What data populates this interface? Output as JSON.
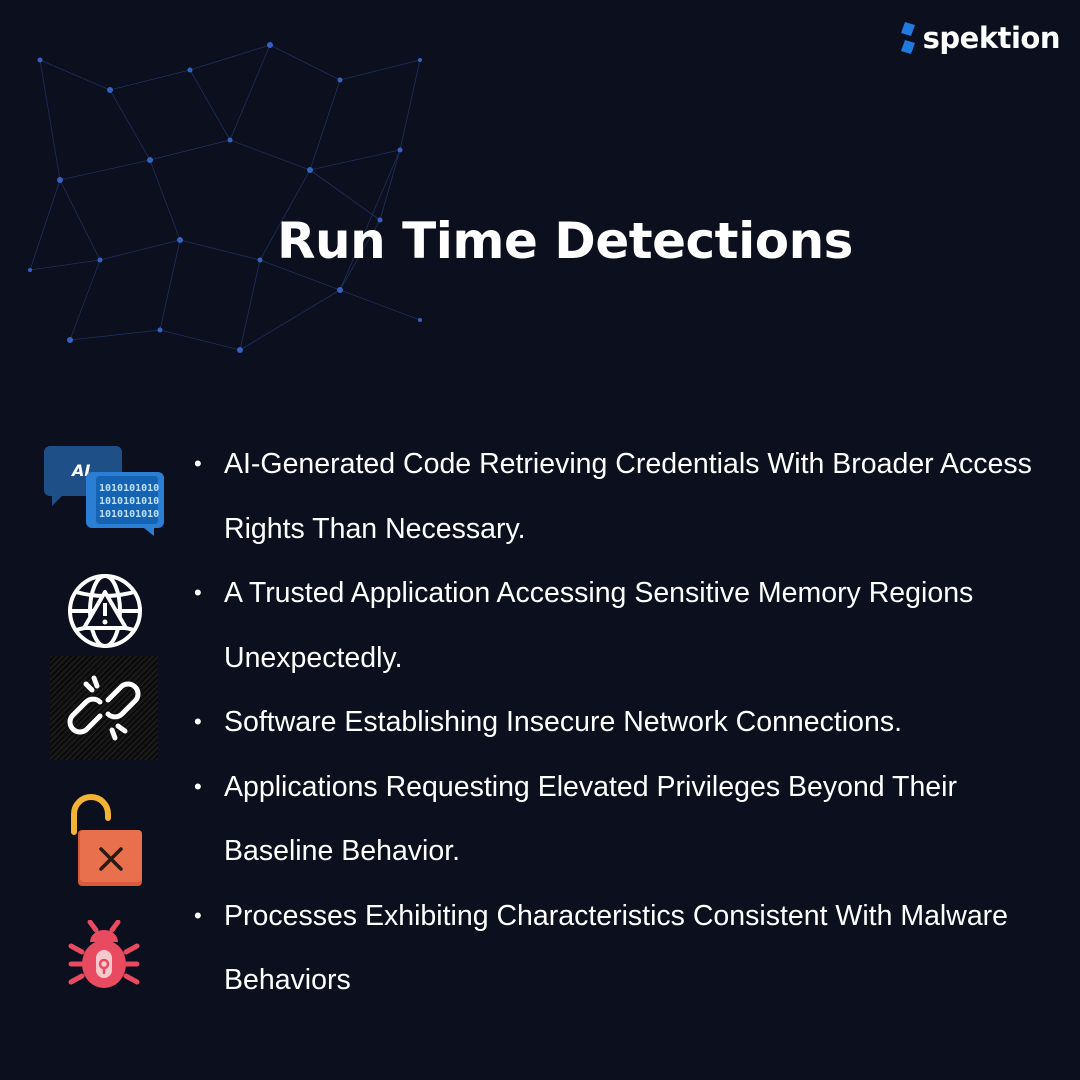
{
  "brand": {
    "name": "spektion",
    "accent": "#1f7be0"
  },
  "title": "Run Time Detections",
  "bullets": [
    "AI-Generated Code Retrieving Credentials With Broader Access Rights Than Necessary.",
    "A Trusted Application Accessing Sensitive Memory Regions Unexpectedly.",
    "Software Establishing Insecure Network Connections.",
    "Applications Requesting Elevated Privileges Beyond Their Baseline Behavior.",
    "Processes Exhibiting Characteristics Consistent With Malware Behaviors"
  ],
  "icons": {
    "ai_badge": "AI",
    "binary_lines": [
      "1010101010",
      "1010101010",
      "1010101010"
    ],
    "names": [
      "ai-binary-chat-icon",
      "globe-warning-icon",
      "broken-link-icon",
      "unlocked-padlock-icon",
      "bug-icon"
    ]
  },
  "colors": {
    "background": "#0b0f1e",
    "network": "#3a5fa8",
    "padlock_body": "#e8704d",
    "padlock_shackle": "#f2b233",
    "bug": "#e84a5f"
  }
}
